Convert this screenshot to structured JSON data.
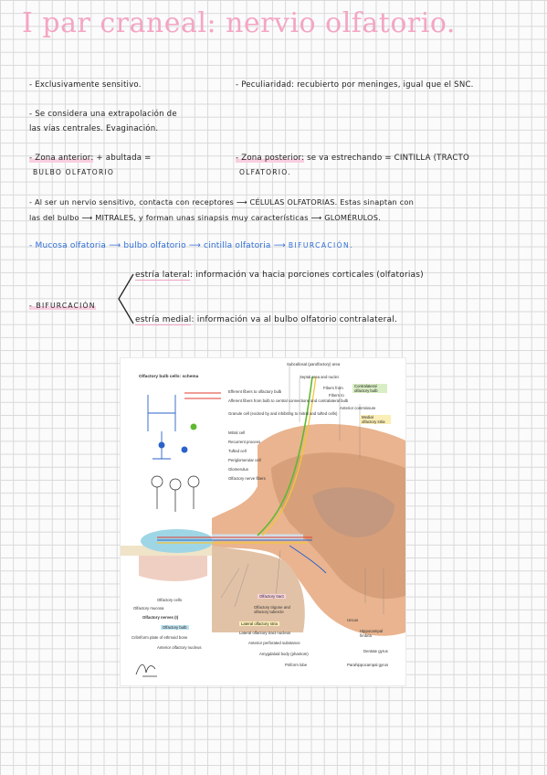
{
  "title": "I par craneal: nervio olfatorio.",
  "notes": {
    "line1_left": "- Exclusivamente sensitivo.",
    "line1_right": "- Peculiaridad: recubierto por meninges, igual que el SNC.",
    "line2a": "- Se considera una extrapolación de",
    "line2b": "las vías centrales. Evaginación.",
    "zona_anterior_label": "- Zona anterior:",
    "zona_anterior_text": "+ abultada =",
    "zona_anterior_caps": "BULBO OLFATORIO",
    "zona_posterior_label": "- Zona posterior:",
    "zona_posterior_text": "se va estrechando = CINTILLA (TRACTO",
    "zona_posterior_caps": "OLFATORIO.",
    "line4a": "- Al ser un nervio sensitivo, contacta con receptores ⟶ CÉLULAS OLFATORIAS. Estas sinaptan con",
    "line4b": "las del bulbo ⟶ MITRALES, y forman unas sinapsis muy características ⟶ GLOMÉRULOS.",
    "pathway": [
      "- Mucosa olfatoria",
      "bulbo olfatorio",
      "cintilla olfatoria",
      "BIFURCACIÓN."
    ],
    "bifurcacion_label": "- BIFURCACIÓN",
    "estria_lateral_label": "estría lateral",
    "estria_lateral_text": ": información va hacia porciones corticales (olfatorias)",
    "estria_medial_label": "estría medial",
    "estria_medial_text": ": información va al bulbo olfatorio contralateral."
  },
  "figure": {
    "inset_title": "Olfactory bulb cells: schema",
    "inset_labels": [
      "Efferent fibers to olfactory bulb",
      "Afferent fibers from bulb to central connections and contralateral bulb",
      "Granule cell (excited by and inhibiting to mitral and tufted cells)",
      "Mitral cell",
      "Recurrent process",
      "Tufted cell",
      "Periglomerular cell",
      "Glomerulus",
      "Olfactory nerve fibers"
    ],
    "top_labels": [
      "Subcallosal (parolfactory) area",
      "Septal area and nuclei",
      "Fibers from",
      "Contralateral olfactory bulb",
      "Fibers to",
      "Anterior commissure",
      "Medial olfactory stria"
    ],
    "bottom_left_labels": [
      "Olfactory cells",
      "Olfactory mucosa",
      "Olfactory nerves (I)",
      "Olfactory bulb",
      "Cribriform plate of ethmoid bone",
      "Anterior olfactory nucleus"
    ],
    "bottom_mid_labels": [
      "Olfactory tract",
      "Olfactory trigone and olfactory tubercle",
      "Lateral olfactory stria",
      "Lateral olfactory tract nucleus",
      "Anterior perforated substance",
      "Amygdaloid body (phantom)",
      "Piriform lobe"
    ],
    "bottom_right_labels": [
      "Uncus",
      "Hippocampal fimbria",
      "Dentate gyrus",
      "Parahippocampal gyrus"
    ],
    "signature": "F. Netter"
  },
  "colors": {
    "title_pink": "#f4a6c4",
    "highlight_pink": "#f8cfe0",
    "pathway_blue": "#2f6fd6"
  }
}
